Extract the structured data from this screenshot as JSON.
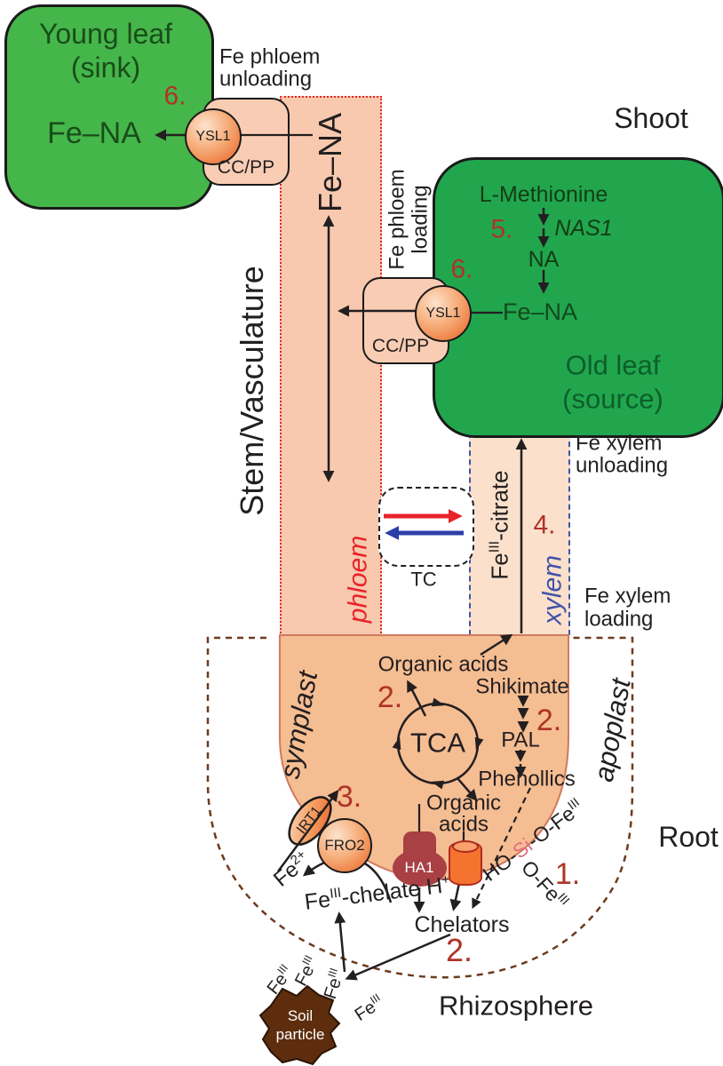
{
  "shoot_label": "Shoot",
  "root_label": "Root",
  "rhizosphere_label": "Rhizosphere",
  "stem_label": "Stem/Vasculature",
  "young_leaf": {
    "title": "Young leaf",
    "subtitle": "(sink)",
    "fe_na": "Fe–NA",
    "step": "6.",
    "unload_line1": "Fe phloem",
    "unload_line2": "unloading",
    "transporter": "YSL1",
    "cells": "CC/PP"
  },
  "old_leaf": {
    "title": "Old leaf",
    "subtitle": "(source)",
    "methionine": "L-Methionine",
    "step5": "5.",
    "nas1": "NAS1",
    "na": "NA",
    "fe_na": "Fe–NA",
    "step6": "6.",
    "load_line1": "Fe phloem",
    "load_line2": "loading",
    "transporter": "YSL1",
    "cells": "CC/PP"
  },
  "phloem": {
    "label": "phloem",
    "fe_na": "Fe–NA",
    "tc": "TC"
  },
  "xylem": {
    "label": "xylem",
    "step4": "4.",
    "citrate_base": "Fe",
    "citrate_sup": "III",
    "citrate_rest": "-citrate",
    "unload_line1": "Fe xylem",
    "unload_line2": "unloading",
    "load_line1": "Fe xylem",
    "load_line2": "loading"
  },
  "root": {
    "symplast": "symplast",
    "apoplast": "apoplast",
    "organic_acids_top": "Organic acids",
    "step2_tca": "2.",
    "tca": "TCA",
    "shikimate": "Shikimate",
    "step2_shik": "2.",
    "pal": "PAL",
    "phenollics": "Phenollics",
    "organic_line1": "Organic",
    "organic_line2": "acids",
    "step3": "3.",
    "irt1": "IRT1",
    "fro2": "FRO2",
    "ha1": "HA1",
    "fe2_base": "Fe",
    "fe2_sup": "2+",
    "chelate_base": "Fe",
    "chelate_sup": "III",
    "chelate_mid": "-chelate H",
    "chelate_sup2": "+",
    "si_pre": "HO-",
    "si": "Si",
    "si_post": "-O-Fe",
    "si_sup": "III",
    "o_fe_base": "O-Fe",
    "o_fe_sup": "III",
    "step1": "1."
  },
  "rhizosphere": {
    "chelators": "Chelators",
    "step2": "2.",
    "fe3_base": "Fe",
    "fe3_sup": "III",
    "soil_line1": "Soil",
    "soil_line2": "particle"
  },
  "colors": {
    "young_leaf_green": "#45b649",
    "old_leaf_green": "#21a64e",
    "phloem_fill": "#f8c9ae",
    "phloem_border_red": "#e8232b",
    "xylem_fill": "#fbe0cc",
    "xylem_border_blue": "#4053a8",
    "root_fill": "#f5bd92",
    "step_red": "#b03227",
    "soil_brown": "#5d2d0e"
  }
}
